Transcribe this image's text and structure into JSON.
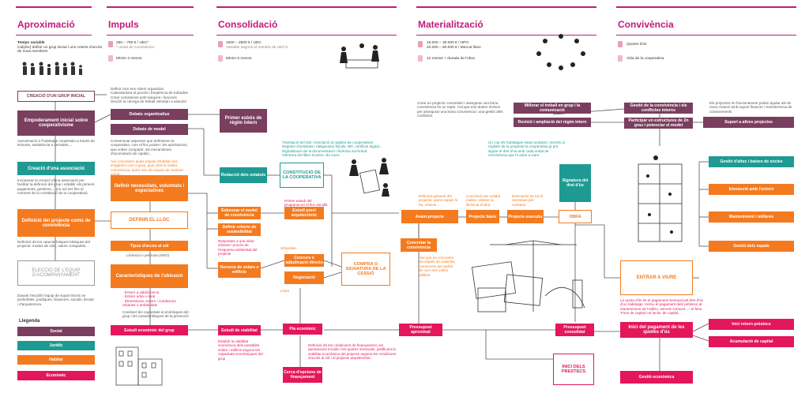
{
  "phases": [
    {
      "title": "Aproximació",
      "info": [
        "Temps variable",
        "Cal(dre) definir un grup inicial i uns criteris d'accés",
        "de nous membres"
      ]
    },
    {
      "title": "Impuls",
      "cost": "250 – 750 € / UEC*",
      "cost_note": "* unitat de convivència",
      "time": "Mínim 2 mesos"
    },
    {
      "title": "Consolidació",
      "cost": "1500 – 2500 € / UEC",
      "cost_note": "Variable segons el nombre de UEC's",
      "time": "Mínim 6 mesos"
    },
    {
      "title": "Materialització",
      "cost": "15.000 – 30.000 € / HPO",
      "cost2": "40.000 – 60.000 € / Mercat lliure",
      "time": "12 mesos + durada de l'obra"
    },
    {
      "title": "Convivència",
      "cost": "Quotes d'ús",
      "time": "Vida de la cooperativa"
    }
  ],
  "boxes": {
    "creacio_grup": "CREACIÓ D'UN GRUP INICIAL",
    "empoderament": "Empoderament inicial sobre cooperativisme",
    "creacio_associacio": "Creació d'una associació",
    "definicio_projecte": "Definició del projecte comú de convivència",
    "eleccio_equip": "ELECCIÓ DE L'EQUIP D'ACOMPANYAMENT",
    "debats_org": "Debats organitzatius",
    "debats_model": "Debats de model",
    "definir_necessitats": "Definir necessitats, volumtats i expectatives",
    "definir_lloc": "DEFINIR EL LLOC",
    "tipus_acces": "Tipus d'accés al sòl",
    "caracteristiques": "Característiques de l'ubicació",
    "estudi_economic": "Estudi econòmic del grup",
    "primer_esbos": "Primer esbós de règim intern",
    "redaccio": "Redacció dels estatuts",
    "constitucio": "CONSTITUCIÓ DE LA COOPERATIVA",
    "esbossar_model": "Esbossar el model de convivència",
    "definir_criteris": "Definir criteris de sostenibilitat",
    "recerca_solars": "Recerca de solars o edificis",
    "estudi_viabilitat": "Estudi de viabilitat",
    "estudi_previ": "Estudi previ arquitectònic",
    "concurs": "Concurs o adjudicació directa",
    "negociacio": "Negociació",
    "compra": "COMPRA O SIGNATURA DE LA CESSIÓ",
    "pla_economic": "Pla econòmic",
    "cerca_opcions": "Cerca d'opcions de finançament",
    "avant_projecte": "Avant-projecte",
    "projecte_basic": "Projecte bàsic",
    "projecte_executiu": "Projecte executiu",
    "concretar": "Concretar la convivència",
    "obra": "OBRA",
    "signatura_dret": "Signatura del dret d'ús",
    "pressupost_aprox": "Pressupost aproximat",
    "pressupost_consol": "Pressupost consolidat",
    "inici_prestecs": "INICI DELS PRESTECS",
    "millorar_treball": "Millorar el treball en grup i la comunicació",
    "revisio_regim": "Revisió i ampliació del règim intern",
    "gestio_convivencia": "Gestió de la convivència i els conflictes interns",
    "participar": "Participar en estructures de 2n grau i potenciar el model",
    "suport": "Suport a altres projectes",
    "gestio_altes": "Gestió d'altes i baixes de sòcies",
    "interaccio": "Interacció amb l'entorn",
    "manteniment": "Manteniment i millores",
    "gestio_espais": "Gestió dels espais",
    "entrar_viure": "ENTRAR A VIURE",
    "inici_pagament": "Inici del pagament de les quotes d'ús",
    "inici_retorn": "Inici retorn préstecs",
    "acumulacio": "Acumulació de capital",
    "gestio_economica": "Gestió econòmica"
  },
  "notes": {
    "aprox1": "Aproximació a l'habitatge cooperatiu a través de lectures, assistència a xerrades,...",
    "aprox2": "Incorporar la creació d'una associació per facilitar la definició del grup i establir els primers pagaments, gestions,... (no sol ser fins al moment de la constitució de la cooperativa)",
    "aprox3": "Definició de les característiques bàsiques del projecte: modes de vida, valors compartits...",
    "aprox4": "Davant l'escollir l'equip de suport tècnic es preferibles, juridiques, financers, socials, fiscals i d'arquitectura.",
    "impuls1": "Definir com ens volem organitzar\nCalendaritzar el procés i freqüència de trobades\nCrear comissions amb tasques i funcions\nDecidir la càrrega de treball voluntari a assumir",
    "impuls2": "Consensuar aspectes que defineixen la cooperativa, com el lloc postre i les aportacions, que volem compartir, els mecanismes d'acumulació de capital,...",
    "impuls3": "Així concretem quins espais d'habitar ens imaginem com a grup, quin serà la nostra convivència, quins són els espais de caràcter comú,...",
    "impuls4": "Llicència o permuta (HSO)",
    "impuls5": "· Entorn a valdrà cerca\n· Entorn urbà o rural\n· Dimensions, entorn i condicions urbanes o ambientals",
    "impuls6": "Conèixer les capacitats econòmiques del grup i les característiques de la promoció",
    "consol1": "Tramitació del títol i inscripció al registre de cooperatives\nRegistre d'activitats i obligacions fiscals, NIF, certificat digital...\nDigitalització de la documentació i llicència sol·licitud\nObertura del llibre d'actes i de socis",
    "consol2": "Primer estudi del programa en el lloc escollit",
    "consol3": "Respostes a una sèrie d'àrees i procés de l'esquema ambiental del projecte",
    "consol4": "Establir la viabilitat econòmica dels possibles solars i edificis segons les capacitats econòmiques del grup",
    "consol5": "Definició de les condicions de finançament, les aportacions inicials i les quotes mensuals, justificant la viabilitat econòmica del projecte segons les condicions d'accés al sòl i el projecte arquitectònic.",
    "consol6": "Urbanístic",
    "consol7": "Lliure",
    "mat1": "Crear un projecte comunitari i assegurar una bona convivència és un repte. Cal que ens dotem d'eines per assegurar una bona convivència i una gestió dels conflictes.",
    "mat2": "Un cop els habitatges estan acabats i inscrits al registre de la propietat la cooperativa ja pot signar el dret d'ús amb cada unitat de convivència que hi anirà a viure",
    "mat3": "Definició general del projecte: quins espais hi ha, volums...",
    "mat4": "Concreció per validar mides i obtenir la llicència d'obra",
    "mat5": "Descripció de tot el necessari per construir",
    "mat6": "Així que es concreten els espais de cada llar, comencem per parlar de com ens volem utilitzar",
    "conv1": "Els projectes en funcionament poden ajudar als de nova creació amb suport financer i transferència de coneixements",
    "conv2": "La quota d'ús és el pagament mensual pel dret d'ús d'un habitatge. Inclou el pagament dels préstecs al manteniment de l'edifici, serveis comuns... i el fons 'Fons de capital col·lectiu' de capital."
  },
  "legend": {
    "title": "Llegenda",
    "items": [
      {
        "label": "Social",
        "color": "#7a3e5f"
      },
      {
        "label": "Jurídic",
        "color": "#1f9a92"
      },
      {
        "label": "Habitar",
        "color": "#f47a1f"
      },
      {
        "label": "Econòmic",
        "color": "#e3175a"
      }
    ]
  }
}
